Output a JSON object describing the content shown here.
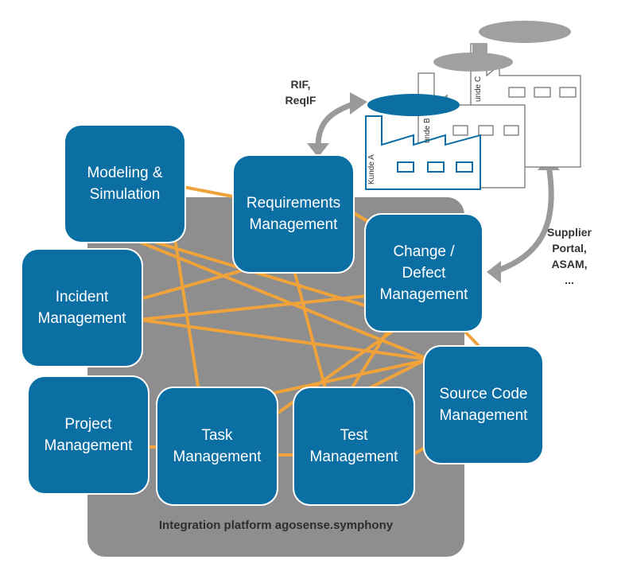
{
  "platform": {
    "label": "Integration platform agosense.symphony"
  },
  "modules": {
    "modeling": "Modeling &\nSimulation",
    "requirements": "Requirements\nManagement",
    "change": "Change /\nDefect\nManagement",
    "incident": "Incident\nManagement",
    "source": "Source Code\nManagement",
    "project": "Project\nManagement",
    "task": "Task\nManagement",
    "test": "Test\nManagement"
  },
  "exchange": {
    "rif": "RIF,\nReqIF",
    "supplier": "Supplier\nPortal,\nASAM,\n..."
  },
  "factories": {
    "a": "Kunde A",
    "b": "unde B",
    "c": "unde C"
  },
  "colors": {
    "module": "#0b6fa4",
    "platform": "#8e8e8e",
    "link": "#f0a33a",
    "arrow": "#9a9a9a"
  }
}
